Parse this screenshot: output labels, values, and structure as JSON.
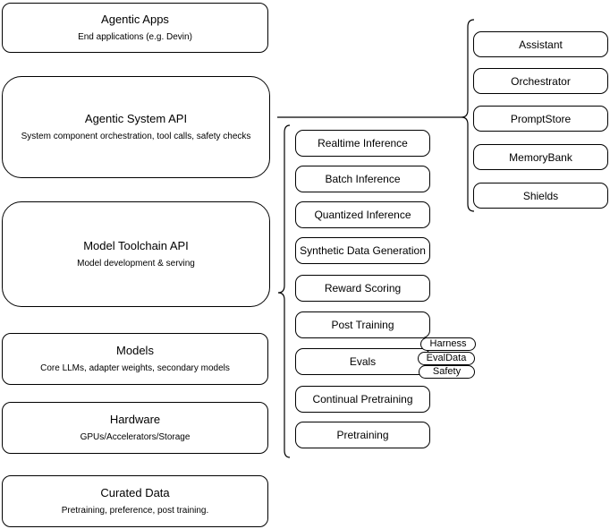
{
  "diagram": {
    "background": "#ffffff",
    "stroke": "#000000",
    "left_stack": [
      {
        "title": "Agentic Apps",
        "subtitle": "End applications (e.g. Devin)"
      },
      {
        "title": "Agentic System API",
        "subtitle": "System component orchestration, tool calls, safety checks"
      },
      {
        "title": "Model Toolchain API",
        "subtitle": "Model development & serving"
      },
      {
        "title": "Models",
        "subtitle": "Core LLMs, adapter weights, secondary models"
      },
      {
        "title": "Hardware",
        "subtitle": "GPUs/Accelerators/Storage"
      },
      {
        "title": "Curated Data",
        "subtitle": "Pretraining, preference, post training."
      }
    ],
    "toolchain_group": {
      "items": [
        "Realtime Inference",
        "Batch Inference",
        "Quantized Inference",
        "Synthetic Data Generation",
        "Reward Scoring",
        "Post Training",
        "Evals",
        "Continual Pretraining",
        "Pretraining"
      ],
      "eval_pills": [
        "Harness",
        "EvalData",
        "Safety"
      ]
    },
    "agentic_group": {
      "items": [
        "Assistant",
        "Orchestrator",
        "PromptStore",
        "MemoryBank",
        "Shields"
      ]
    }
  }
}
